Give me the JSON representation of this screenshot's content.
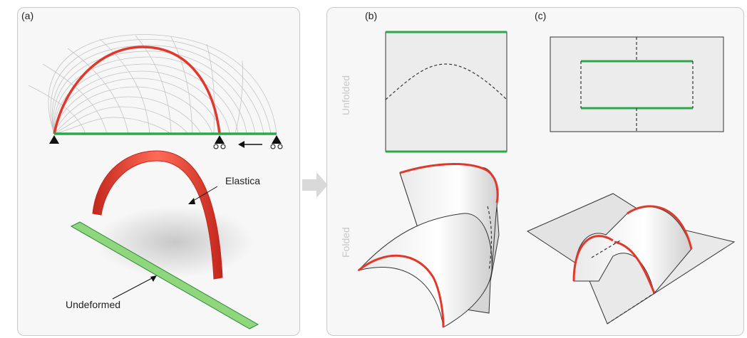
{
  "panels": {
    "a": {
      "label": "(a)",
      "annotations": {
        "elastica": "Elastica",
        "undeformed": "Undeformed"
      }
    },
    "b": {
      "label": "(b)"
    },
    "c": {
      "label": "(c)"
    }
  },
  "rows": {
    "unfolded": "Unfolded",
    "folded": "Folded"
  },
  "colors": {
    "elastica": "#e0392b",
    "undeformed": "#2aa84a",
    "wire": "#bfbfbf",
    "ink": "#111111"
  }
}
